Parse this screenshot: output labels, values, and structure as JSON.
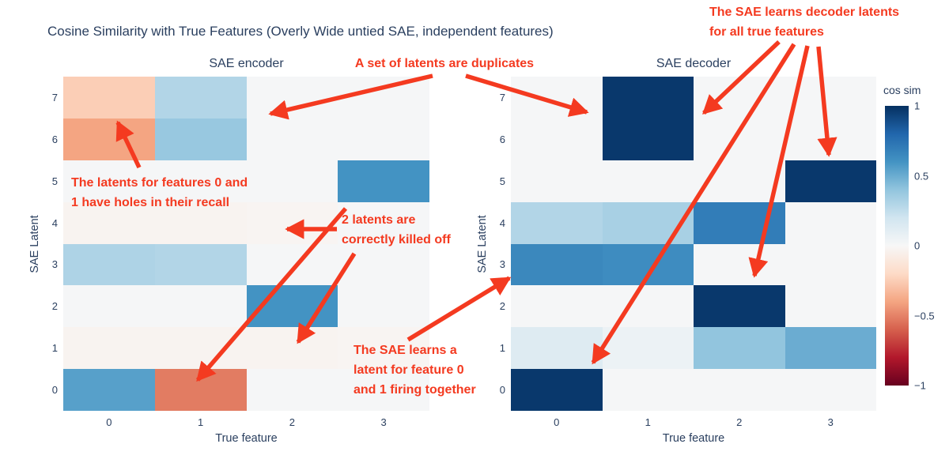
{
  "title": "Cosine Similarity with True Features (Overly Wide untied SAE, independent features)",
  "colors": {
    "text": "#2a3f5f",
    "annotation_red": "#f43a20",
    "background": "#ffffff"
  },
  "chart_data": [
    {
      "type": "heatmap",
      "title": "SAE encoder",
      "xlabel": "True feature",
      "ylabel": "SAE Latent",
      "x_tick_labels": [
        "0",
        "1",
        "2",
        "3"
      ],
      "y_tick_labels_top_to_bottom": [
        "7",
        "6",
        "5",
        "4",
        "3",
        "2",
        "1",
        "0"
      ],
      "zmin": -1,
      "zmax": 1,
      "rows_top_to_bottom": [
        [
          -0.25,
          0.3,
          0.01,
          0.01
        ],
        [
          -0.4,
          0.38,
          0.01,
          0.01
        ],
        [
          0.01,
          0.01,
          0.01,
          0.6
        ],
        [
          -0.03,
          -0.03,
          -0.02,
          0.01
        ],
        [
          0.31,
          0.3,
          0.01,
          0.01
        ],
        [
          0.01,
          0.01,
          0.6,
          0.01
        ],
        [
          -0.03,
          -0.03,
          -0.03,
          -0.02
        ],
        [
          0.55,
          -0.52,
          0.01,
          0.01
        ]
      ]
    },
    {
      "type": "heatmap",
      "title": "SAE decoder",
      "xlabel": "True feature",
      "ylabel": "SAE Latent",
      "x_tick_labels": [
        "0",
        "1",
        "2",
        "3"
      ],
      "y_tick_labels_top_to_bottom": [
        "7",
        "6",
        "5",
        "4",
        "3",
        "2",
        "1",
        "0"
      ],
      "zmin": -1,
      "zmax": 1,
      "rows_top_to_bottom": [
        [
          0.01,
          0.97,
          0.01,
          0.01
        ],
        [
          0.01,
          0.97,
          0.01,
          0.01
        ],
        [
          0.01,
          0.01,
          0.01,
          0.97
        ],
        [
          0.3,
          0.33,
          0.7,
          0.01
        ],
        [
          0.65,
          0.63,
          0.01,
          0.01
        ],
        [
          0.01,
          0.01,
          0.97,
          0.01
        ],
        [
          0.13,
          0.06,
          0.4,
          0.5
        ],
        [
          0.97,
          0.01,
          0.01,
          0.01
        ]
      ]
    }
  ],
  "colorbar": {
    "title": "cos sim",
    "tick_labels": [
      "1",
      "0.5",
      "0",
      "−0.5",
      "−1"
    ],
    "tick_values": [
      1,
      0.5,
      0,
      -0.5,
      -1
    ],
    "colorscale_stops": [
      [
        -1.0,
        "#67001f"
      ],
      [
        -0.8,
        "#b2182b"
      ],
      [
        -0.6,
        "#d6604d"
      ],
      [
        -0.4,
        "#f4a582"
      ],
      [
        -0.2,
        "#fddbc7"
      ],
      [
        0.0,
        "#f7f7f7"
      ],
      [
        0.2,
        "#d1e5f0"
      ],
      [
        0.4,
        "#92c5de"
      ],
      [
        0.6,
        "#4393c3"
      ],
      [
        0.8,
        "#2166ac"
      ],
      [
        1.0,
        "#053061"
      ]
    ]
  },
  "annotations": [
    {
      "id": "duplicates",
      "text": "A set of latents are duplicates"
    },
    {
      "id": "decoder-latents",
      "text": "The SAE learns decoder latents\nfor all true features"
    },
    {
      "id": "holes",
      "text": "The latents for features 0 and\n1 have holes in their recall"
    },
    {
      "id": "killed",
      "text": "2 latents are\ncorrectly killed off"
    },
    {
      "id": "together",
      "text": "The SAE learns a\nlatent for feature 0\nand 1 firing together"
    }
  ]
}
